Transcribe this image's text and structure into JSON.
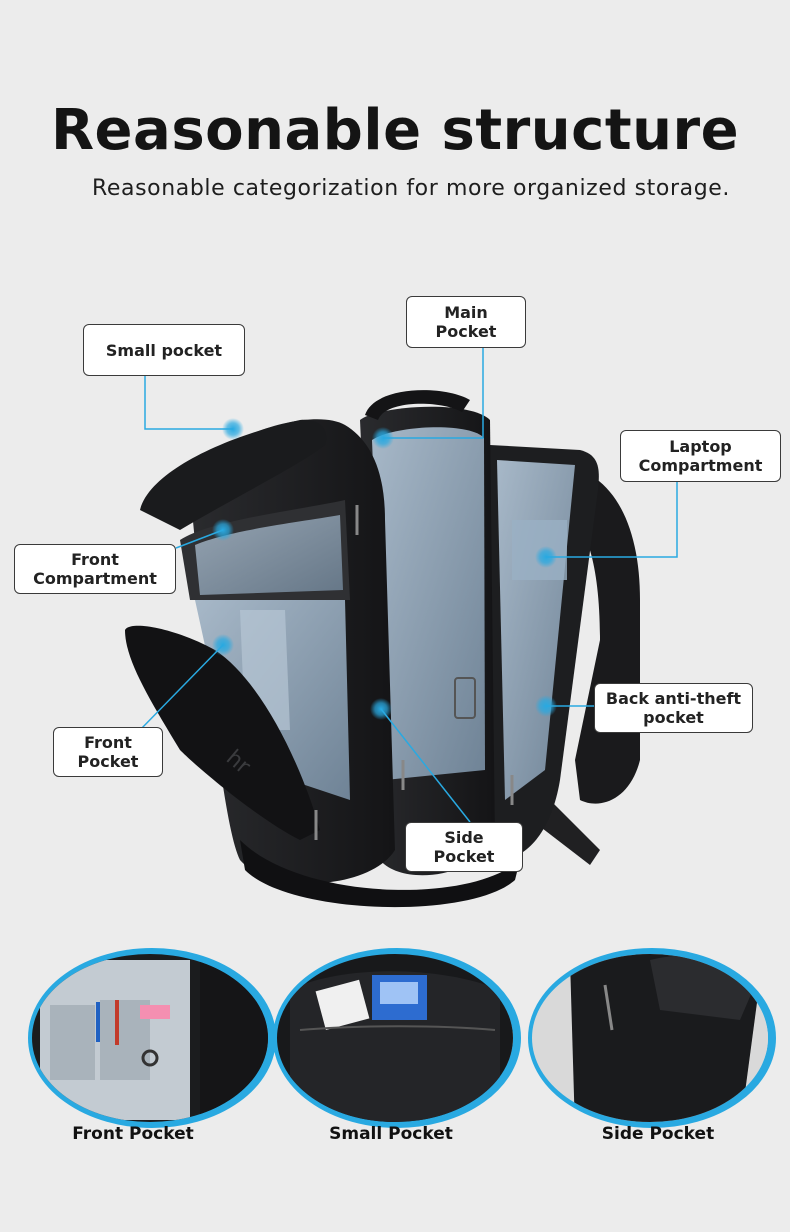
{
  "header": {
    "title": "Reasonable structure",
    "subtitle": "Reasonable categorization for more organized storage."
  },
  "callouts": {
    "small_pocket": "Small pocket",
    "main_pocket_l1": "Main",
    "main_pocket_l2": "Pocket",
    "laptop_l1": "Laptop",
    "laptop_l2": "Compartment",
    "front_compartment_l1": "Front",
    "front_compartment_l2": "Compartment",
    "back_antitheft_l1": "Back anti-theft",
    "back_antitheft_l2": "pocket",
    "front_pocket_l1": "Front",
    "front_pocket_l2": "Pocket",
    "side_pocket_l1": "Side",
    "side_pocket_l2": "Pocket"
  },
  "details": [
    {
      "caption": "Front Pocket"
    },
    {
      "caption": "Small Pocket"
    },
    {
      "caption": "Side Pocket"
    }
  ],
  "colors": {
    "accent": "#29a9e1",
    "bag": "#1c1d1f",
    "lining": "#8fa3b5"
  }
}
